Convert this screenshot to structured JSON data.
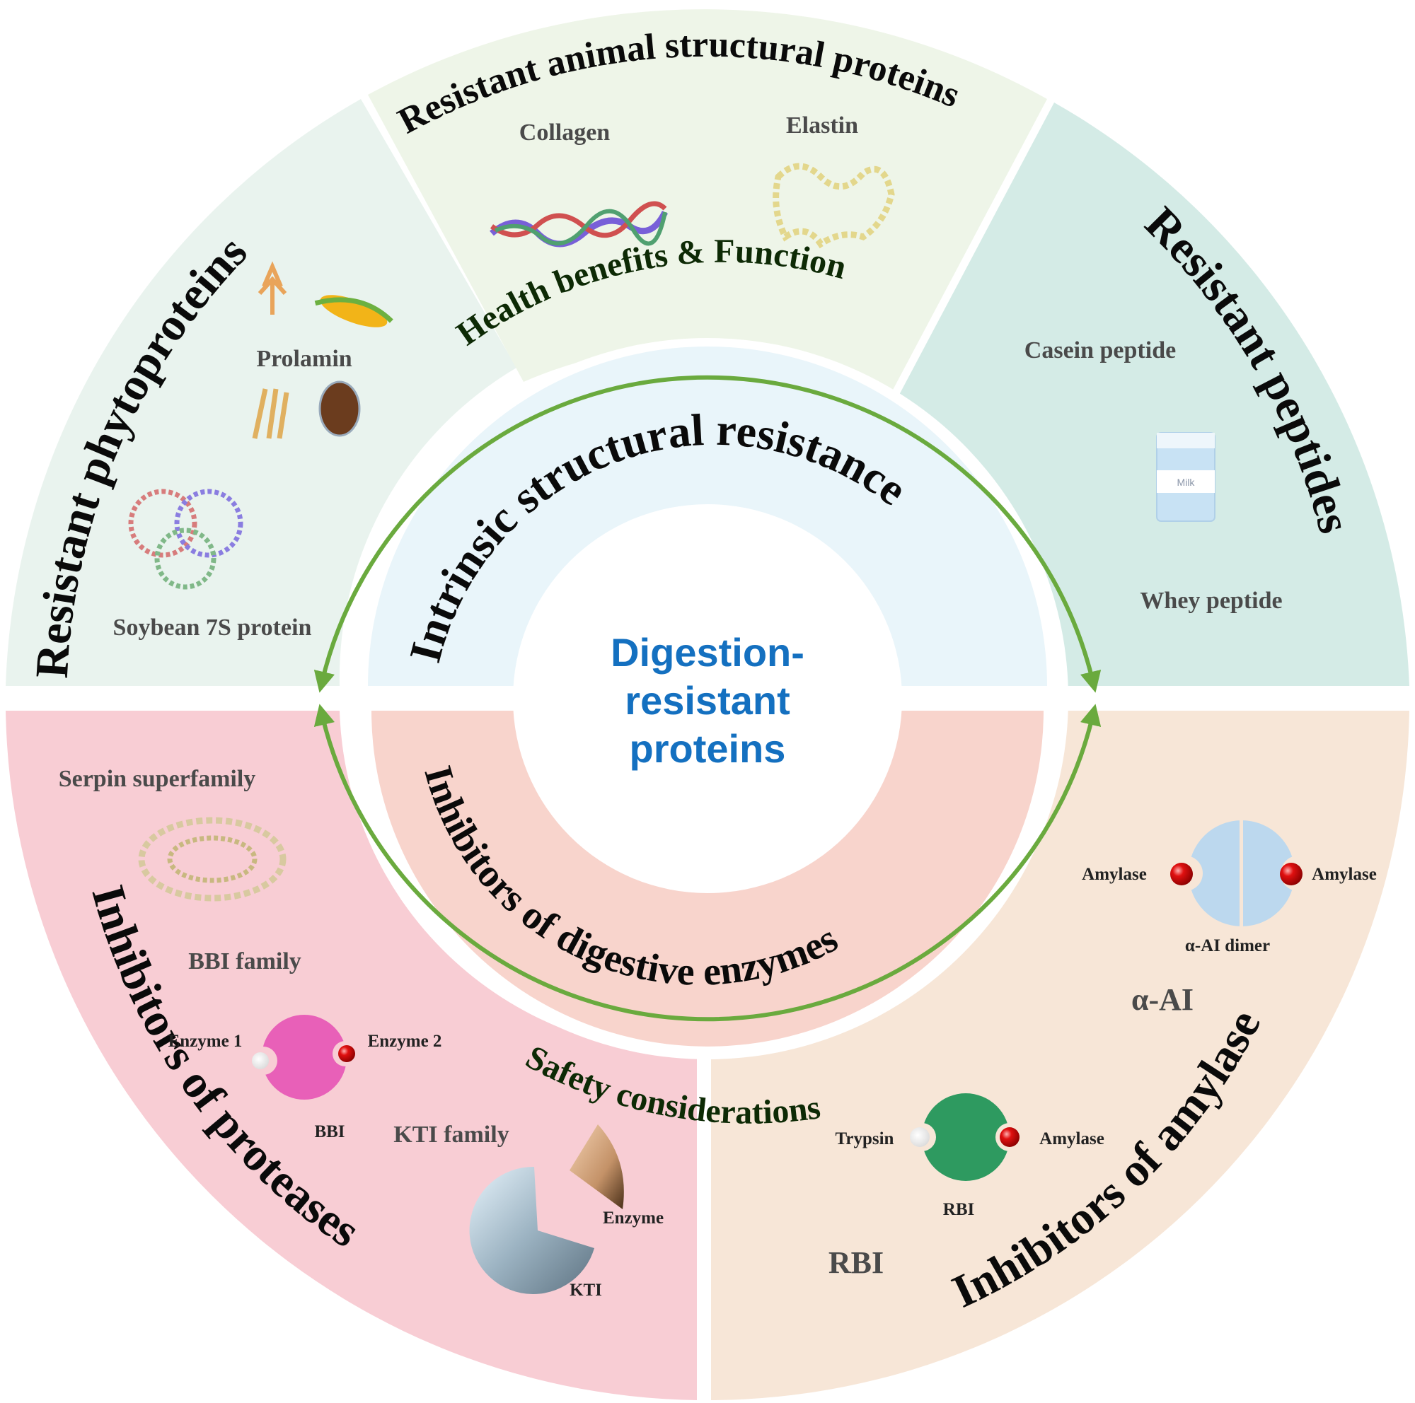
{
  "center": {
    "title_lines": [
      "Digestion-",
      "resistant",
      "proteins"
    ]
  },
  "middle_ring": {
    "top": "Intrinsic structural resistance",
    "bottom": "Inhibitors of digestive enzymes"
  },
  "arrows": {
    "top_label": "Health benefits & Function",
    "bottom_label": "Safety considerations"
  },
  "outer_ring": {
    "phytoproteins": {
      "title": "Resistant phytoproteins",
      "items": [
        "Prolamin",
        "Soybean 7S protein"
      ]
    },
    "animal_structural": {
      "title": "Resistant animal structural proteins",
      "items": [
        "Collagen",
        "Elastin"
      ]
    },
    "peptides": {
      "title": "Resistant peptides",
      "items": [
        "Casein peptide",
        "Whey peptide"
      ],
      "carton_label": "Milk"
    },
    "proteases": {
      "title": "Inhibitors of proteases",
      "items": [
        "Serpin superfamily",
        "BBI family",
        "KTI family"
      ],
      "bbi_diagram": {
        "left": "Enzyme 1",
        "right": "Enzyme 2",
        "caption": "BBI"
      },
      "kti_diagram": {
        "enzyme": "Enzyme",
        "caption": "KTI"
      }
    },
    "amylase": {
      "title": "Inhibitors of amylase",
      "items": [
        "α-AI",
        "RBI"
      ],
      "dimer_diagram": {
        "left": "Amylase",
        "right": "Amylase",
        "caption": "α-AI dimer"
      },
      "rbi_diagram": {
        "left": "Trypsin",
        "right": "Amylase",
        "caption": "RBI"
      }
    }
  },
  "colors": {
    "phyto_bg": "#e9f3ee",
    "animal_bg": "#eef5e8",
    "peptides_bg": "#d4ebe6",
    "proteases_bg": "#f8cdd4",
    "amylase_bg": "#f7e6d7",
    "middle_top_bg": "#e9f5fa",
    "middle_bottom_bg": "#f8d4cc",
    "arrow_green": "#6aaa3e",
    "center_blue": "#1470c0"
  }
}
